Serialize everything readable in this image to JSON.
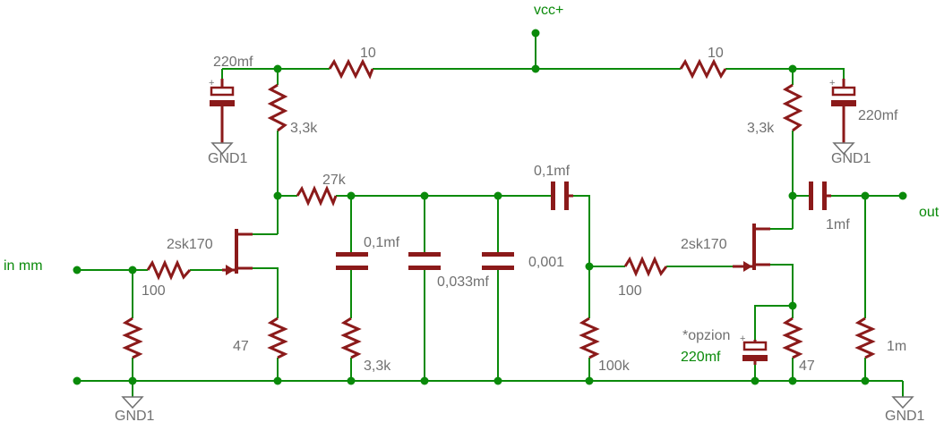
{
  "labels": {
    "vcc": "vcc+",
    "in": "in mm",
    "out": "out",
    "gnd_left_cap": "GND1",
    "gnd_right_cap": "GND1",
    "gnd_bottom_left": "GND1",
    "gnd_bottom_right": "GND1",
    "c_left_supply": "220mf",
    "c_right_supply": "220mf",
    "r_supply_left": "10",
    "r_supply_right": "10",
    "r_drain_left": "3,3k",
    "r_drain_right": "3,3k",
    "r_27k": "27k",
    "c_01_series": "0,1mf",
    "c_01_shunt": "0,1mf",
    "c_0033": "0,033mf",
    "c_0001": "0,001",
    "c_1mf": "1mf",
    "q_left": "2sk170",
    "q_right": "2sk170",
    "r_gate_left": "100",
    "r_gate_right": "100",
    "r_source_left": "47",
    "r_source_right": "47",
    "r_shunt_33k": "3,3k",
    "r_100k": "100k",
    "r_1m": "1m",
    "opzion": "*opzion",
    "c_opzion": "220mf"
  },
  "colors": {
    "wire": "#0a8a0a",
    "component": "#8b1a1a",
    "label": "#707070"
  }
}
